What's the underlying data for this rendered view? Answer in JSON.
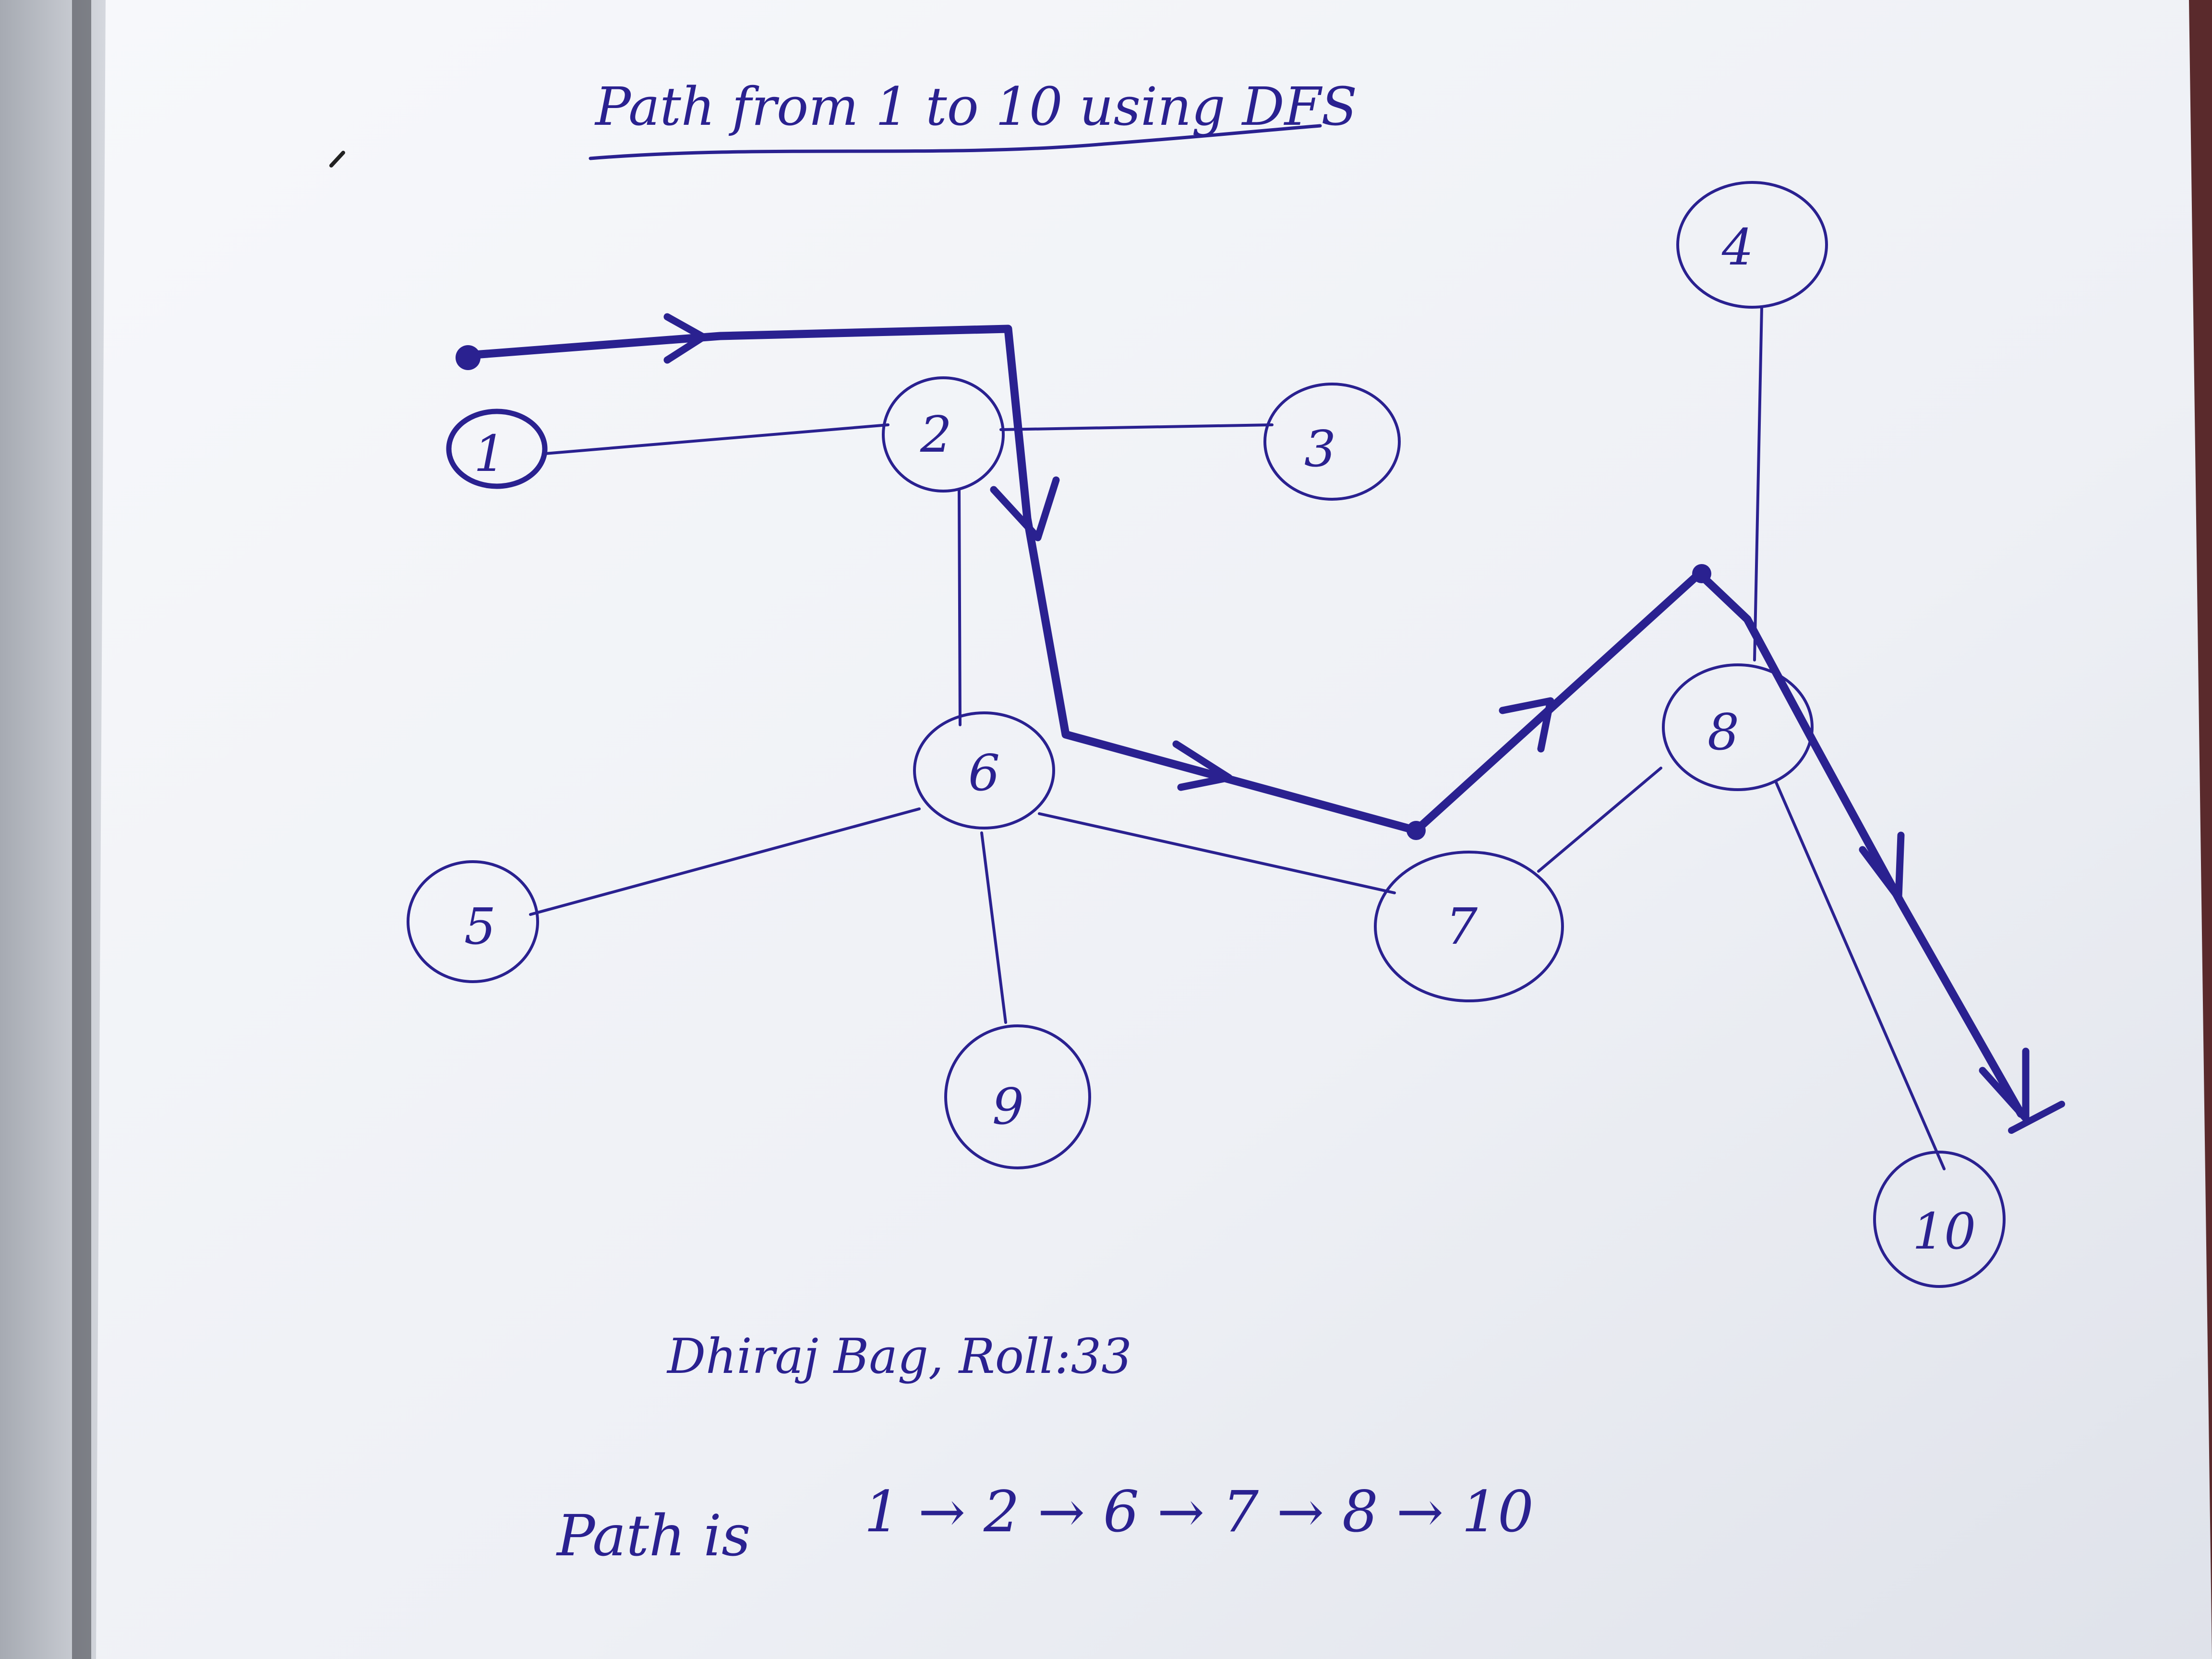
{
  "title": "Path from 1 to 10 using DFS",
  "signature": "Dhiraj Bag, Roll:33",
  "result": {
    "label": "Path is",
    "sequence": "1 → 2 → 6 → 7 → 8 → 10"
  },
  "graph": {
    "nodes": [
      {
        "id": "n1",
        "label": "1"
      },
      {
        "id": "n2",
        "label": "2"
      },
      {
        "id": "n3",
        "label": "3"
      },
      {
        "id": "n4",
        "label": "4"
      },
      {
        "id": "n5",
        "label": "5"
      },
      {
        "id": "n6",
        "label": "6"
      },
      {
        "id": "n7",
        "label": "7"
      },
      {
        "id": "n8",
        "label": "8"
      },
      {
        "id": "n9",
        "label": "9"
      },
      {
        "id": "n10",
        "label": "10"
      }
    ],
    "edges": [
      [
        "1",
        "2"
      ],
      [
        "2",
        "3"
      ],
      [
        "2",
        "6"
      ],
      [
        "6",
        "5"
      ],
      [
        "6",
        "9"
      ],
      [
        "6",
        "7"
      ],
      [
        "7",
        "8"
      ],
      [
        "8",
        "4"
      ],
      [
        "8",
        "10"
      ]
    ],
    "dfs_path": [
      "1",
      "2",
      "6",
      "7",
      "8",
      "10"
    ]
  },
  "colors": {
    "ink": "#2a2190",
    "paper": "#f3f4f8",
    "desk": "#5a2a2c"
  }
}
